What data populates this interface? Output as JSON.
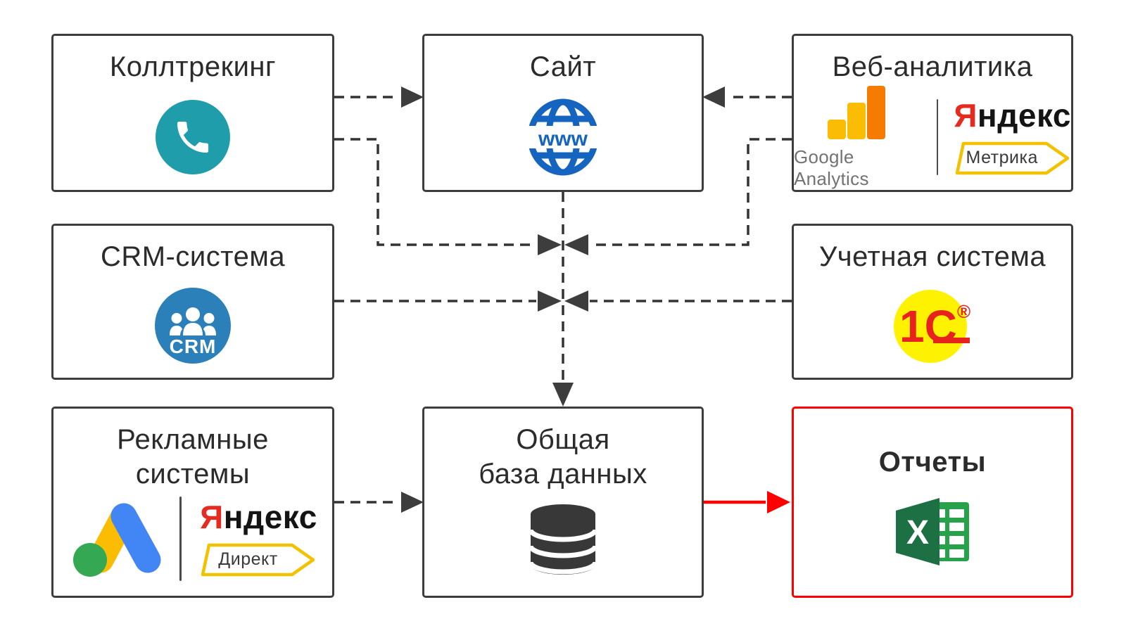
{
  "diagram": {
    "nodes": {
      "calltracking": {
        "label": "Коллтрекинг",
        "icon": "phone-icon"
      },
      "site": {
        "label": "Сайт",
        "icon": "globe-www-icon",
        "icon_text": "www"
      },
      "web_analytics": {
        "label": "Веб-аналитика",
        "google_analytics_label": "Google Analytics",
        "yandex_first": "Я",
        "yandex_rest": "ндекс",
        "metrica_tag_label": "Метрика"
      },
      "crm": {
        "label": "CRM-система",
        "icon": "crm-icon",
        "icon_text": "CRM"
      },
      "accounting": {
        "label": "Учетная система",
        "icon": "1c-icon",
        "icon_text": "1С",
        "registered_mark": "®"
      },
      "ad_systems": {
        "label_line1": "Рекламные",
        "label_line2": "системы",
        "icon": "google-ads-icon",
        "yandex_first": "Я",
        "yandex_rest": "ндекс",
        "direct_tag_label": "Директ"
      },
      "database": {
        "label_line1": "Общая",
        "label_line2": "база данных",
        "icon": "database-icon"
      },
      "reports": {
        "label": "Отчеты",
        "icon": "excel-icon",
        "icon_text": "X",
        "highlighted": true
      }
    },
    "connections": [
      {
        "from": "calltracking",
        "to": "site",
        "style": "dashed"
      },
      {
        "from": "web_analytics",
        "to": "site",
        "style": "dashed"
      },
      {
        "from": "calltracking",
        "to": "database",
        "style": "dashed"
      },
      {
        "from": "web_analytics",
        "to": "database",
        "style": "dashed"
      },
      {
        "from": "crm",
        "to": "database",
        "style": "dashed"
      },
      {
        "from": "accounting",
        "to": "database",
        "style": "dashed"
      },
      {
        "from": "site",
        "to": "database",
        "style": "dashed"
      },
      {
        "from": "ad_systems",
        "to": "database",
        "style": "dashed"
      },
      {
        "from": "database",
        "to": "reports",
        "style": "solid-red"
      }
    ],
    "colors": {
      "box_border": "#3d3d3d",
      "connector": "#333333",
      "accent_red": "#ff0000",
      "phone_teal": "#1f9daa",
      "globe_blue": "#1565c0",
      "crm_blue": "#2b80b9",
      "ga_yellow": "#fbbc04",
      "ga_orange": "#f57c00",
      "yandex_red": "#e52b1f",
      "tag_yellow": "#f2c200",
      "ads_blue": "#4285f4",
      "ads_green": "#34a853",
      "onec_yellow": "#fff200",
      "onec_red": "#e8231d",
      "db_dark": "#383838",
      "excel_dark_green": "#1d7044",
      "excel_green": "#28a24a"
    }
  }
}
